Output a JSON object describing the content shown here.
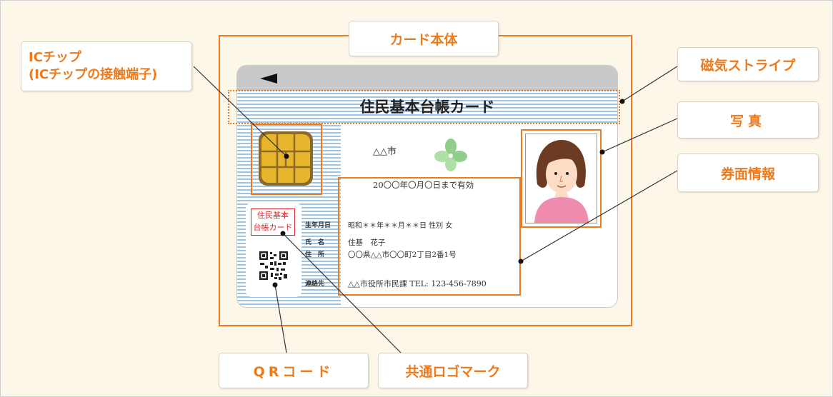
{
  "callouts": {
    "ic_chip_line1": "ICチップ",
    "ic_chip_line2": "(ICチップの接触端子)",
    "card_body": "カード本体",
    "magnetic_stripe": "磁気ストライプ",
    "photo": "写真",
    "card_info": "券面情報",
    "qr_code": "QRコード",
    "common_logo": "共通ロゴマーク"
  },
  "card": {
    "title": "住民基本台帳カード",
    "city": "△△市",
    "validity": "20〇〇年〇月〇日まで有効",
    "labels": {
      "birth": "生年月日",
      "name": "氏　名",
      "address": "住　所",
      "contact": "連絡先"
    },
    "birth_value": "昭和＊＊年＊＊月＊＊日  性別  女",
    "name_value": "住基　花子",
    "address_value": "〇〇県△△市〇〇町2丁目2番1号",
    "contact_value": "△△市役所市民課 TEL: 123-456-7890",
    "logo_text_line1": "住民基本",
    "logo_text_line2": "台帳カード"
  },
  "colors": {
    "accent": "#ef7a1c",
    "background": "#fdf7ea",
    "stripe": "#9fc3e3",
    "chip": "#e8b52c",
    "stamp": "#d8262e",
    "clover": "#7cc576",
    "sweater": "#f08bb0",
    "hair": "#6b3b22"
  }
}
